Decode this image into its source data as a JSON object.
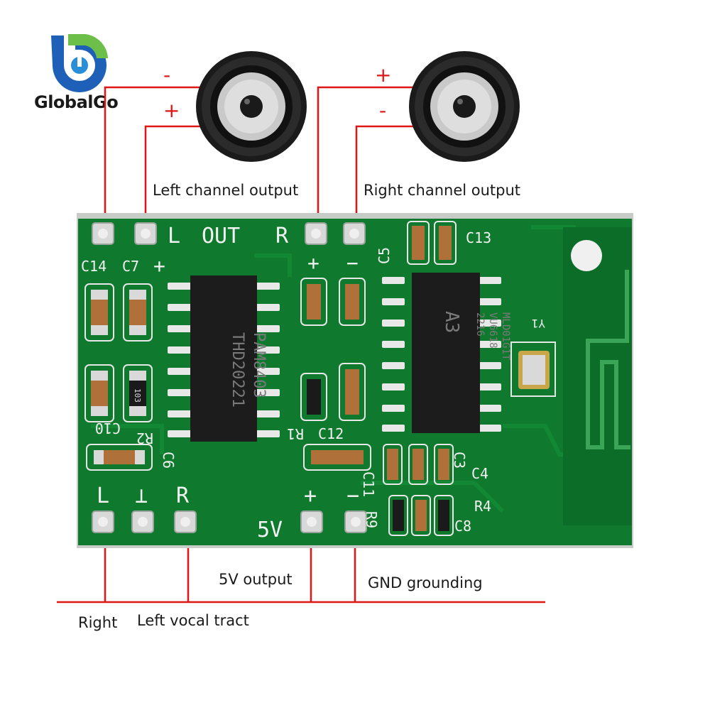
{
  "brand": {
    "name": "GlobalGo",
    "logo_icon": "globalgo-logo-icon"
  },
  "speakers": {
    "left": {
      "icon": "speaker-icon",
      "minus": "-",
      "plus": "+"
    },
    "right": {
      "icon": "speaker-icon",
      "plus": "+",
      "minus": "-"
    }
  },
  "labels": {
    "left_channel_output": "Left channel output",
    "right_channel_output": "Right channel output",
    "five_v_output": "5V output",
    "gnd_grounding": "GND grounding",
    "right": "Right",
    "left_vocal_tract": "Left vocal tract"
  },
  "board": {
    "silkscreen": {
      "l": "L",
      "out": "OUT",
      "r": "R",
      "plus_left": "+",
      "plus_top": "+",
      "minus_top": "−",
      "c14": "C14",
      "c7": "C7",
      "c5": "C5",
      "c13": "C13",
      "c10": "C10",
      "r2": "R2",
      "c6": "C6",
      "r1": "R1",
      "c12": "C12",
      "c11": "C11",
      "c3": "C3",
      "c4": "C4",
      "r4": "R4",
      "c8": "C8",
      "r9": "R9",
      "y1": "Y1",
      "bottom_l": "L",
      "bottom_gnd": "⊥",
      "bottom_r": "R",
      "bottom_plus": "+",
      "bottom_minus": "−",
      "five_v": "5V"
    },
    "chip_left": {
      "line1": "PAM8403",
      "line2": "THD20221"
    },
    "chip_right": {
      "logo": "A3",
      "line1": "MLD01G1T",
      "line2": "VU6618",
      "line3": "2216"
    },
    "resistor_code": "103"
  },
  "colors": {
    "pcb": "#0f7a2e",
    "wire": "#e01515",
    "pad": "#d8d8d8"
  }
}
